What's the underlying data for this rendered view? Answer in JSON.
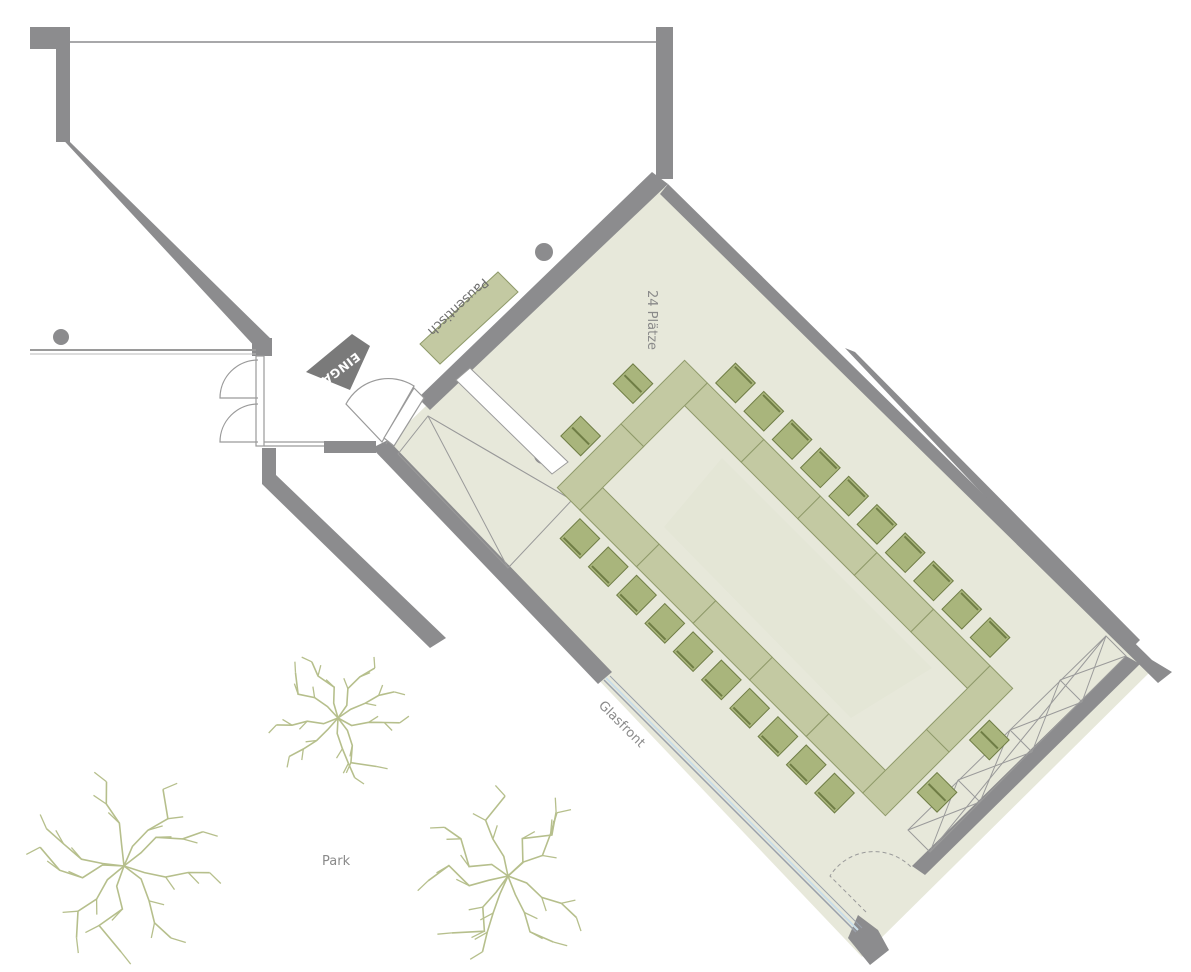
{
  "labels": {
    "capacity": "24 Plätze",
    "break_table": "Pausentisch",
    "entrance": "EINGANG",
    "glass_front": "Glasfront",
    "park": "Park"
  },
  "seating": {
    "chairs_total": 24,
    "tables_total": 14
  },
  "colors": {
    "wall": "#8c8c8e",
    "room_floor": "#e7e8da",
    "table": "#c3c9a2",
    "table_stroke": "#8f9a6a",
    "chair": "#a9b57c",
    "chair_stroke": "#6f7d45",
    "tree": "#b6bf8c",
    "text": "#8a8a8a"
  },
  "icons": {
    "column": "column-icon",
    "door": "door-swing-icon",
    "tree": "tree-icon",
    "arrow": "entrance-arrow-icon"
  }
}
